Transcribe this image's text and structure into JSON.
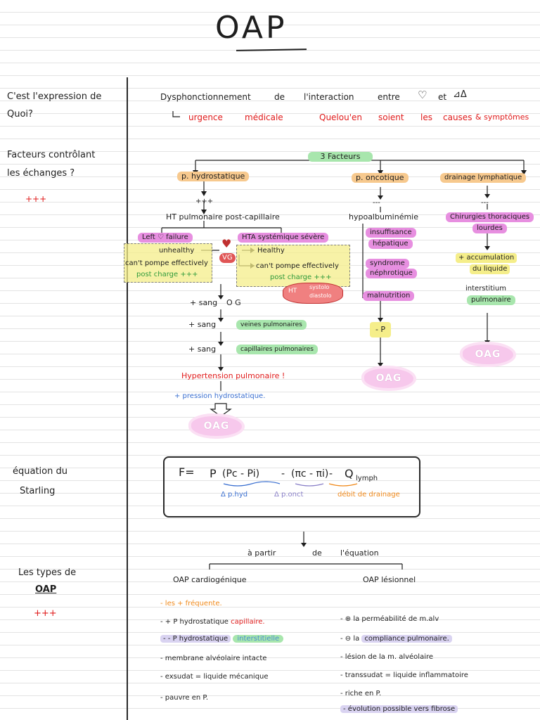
{
  "title": "OAP",
  "sections": {
    "definition": {
      "question": [
        "C'est l'expression de",
        "Quoi?"
      ],
      "answer": [
        "Dysphonctionnement",
        "de",
        "l'interaction",
        "entre",
        "et"
      ],
      "arrow_text": [
        "urgence",
        "médicale",
        "Quelou'en",
        "soient",
        "les",
        "causes",
        "& symptômes"
      ]
    },
    "factors": {
      "question": [
        "Facteurs contrôlant",
        "les échanges ?"
      ],
      "mark": "+++",
      "header": "3 Facteurs",
      "hydro": {
        "label": "p. hydrostatique",
        "mark": "+++",
        "cause": "HT pulmonaire post-capillaire",
        "left_pill": "Left ♡ failure",
        "right_pill": "HTA systémique sévère",
        "left_box": [
          "unhealthy",
          "can't pompe effectively",
          "post charge +++"
        ],
        "right_box": [
          "Healthy",
          "can't pompe effectively",
          "post charge +++"
        ],
        "vg": "VG",
        "cloud": [
          "HT",
          "systolo",
          "diastolo"
        ],
        "steps": [
          {
            "text": "+ sang",
            "target": "O G"
          },
          {
            "text": "+ sang",
            "target": "veines pulmonaires"
          },
          {
            "text": "+ sang",
            "target": "capillaires pulmonaires"
          }
        ],
        "result": "Hypertension pulmonaire !",
        "pressure": "+ pression hydrostatique.",
        "oag": "OAG"
      },
      "onco": {
        "label": "p. oncotique",
        "mark": "---",
        "cause": "hypoalbuminémie",
        "items": [
          "insuffisance hépatique",
          "syndrome néphrotique",
          "malnutrition"
        ],
        "result": "- P",
        "oag": "OAG"
      },
      "lymph": {
        "label": "drainage lymphatique",
        "mark": "---",
        "cause": [
          "Chirurgies thoraciques",
          "lourdes"
        ],
        "accum": [
          "+ accumulation",
          "du liquide"
        ],
        "inter": [
          "interstitium",
          "pulmonaire"
        ],
        "oag": "OAG"
      }
    },
    "starling": {
      "question": [
        "équation du",
        "Starling"
      ],
      "formula": {
        "F": "F=",
        "P": "P",
        "term1": "(Pc - Pi)",
        "minus": "-",
        "term2": "(πc - πi)",
        "minus2": "-",
        "Q": "Q",
        "lymph": "lymph",
        "label_hyd": "Δ p.hyd",
        "label_onct": "Δ p.onct",
        "label_drain": "débit de drainage"
      }
    },
    "types": {
      "question": [
        "Les types de",
        "OAP"
      ],
      "mark": "+++",
      "subtitle": [
        "à partir",
        "de",
        "l'équation"
      ],
      "cardio": {
        "title": "OAP cardiogénique",
        "items": [
          "- les + fréquente.",
          "- + P hydrostatique capillaire.",
          "- - P hydrostatique interstitielle",
          "- membrane alvéolaire intacte",
          "- exsudat = liquide mécanique",
          "- pauvre en P."
        ]
      },
      "lesion": {
        "title": "OAP lésionnel",
        "items": [
          "- ⊕ la perméabilité de m.alv",
          "- ⊖ la compliance pulmonaire.",
          "- lésion de la m. alvéolaire",
          "- transsudat = liquide inflammatoire",
          "- riche en P.",
          "- évolution possible vers fibrose"
        ]
      }
    }
  },
  "colors": {
    "red": "#e01b1b",
    "blue": "#3a6fd0",
    "orange_hl": "#f7c98e",
    "green_hl": "#a8e6ad",
    "pink_hl": "#e78fe0",
    "yellow_hl": "#f5ee8a",
    "oag_bubble": "#f7c8ec"
  }
}
